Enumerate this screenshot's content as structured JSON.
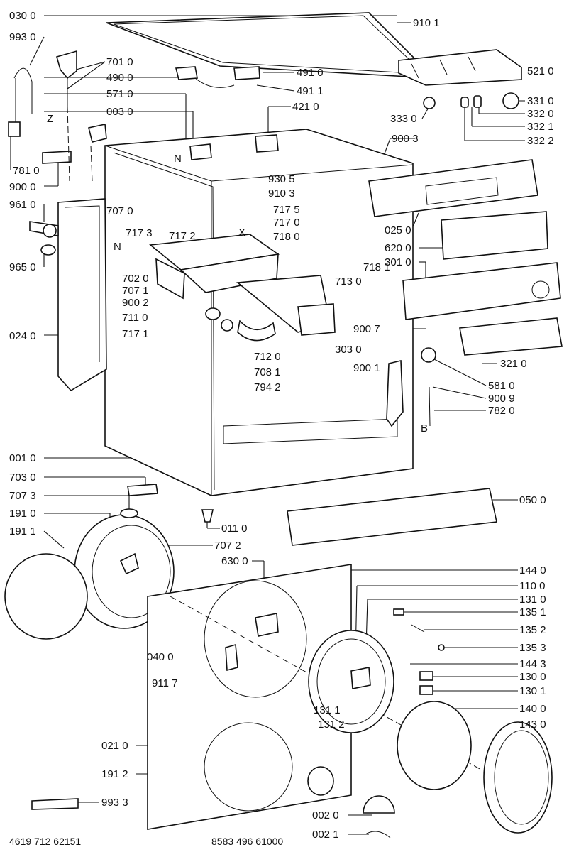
{
  "footer": {
    "left_code": "4619 712 62151",
    "center_code": "8583 496 61000"
  },
  "markers": {
    "n1": "N",
    "n2": "N",
    "x": "X",
    "z": "Z",
    "b": "B"
  },
  "labels": {
    "l0300": "030 0",
    "l9930": "993 0",
    "l7010": "701 0",
    "l4900": "490 0",
    "l5710": "571 0",
    "l0030": "003 0",
    "l7810": "781 0",
    "l9000": "900 0",
    "l9610": "961 0",
    "l9650": "965 0",
    "l7070": "707 0",
    "l7173": "717 3",
    "l7172": "717 2",
    "l7020": "702 0",
    "l7071": "707 1",
    "l9002": "900 2",
    "l7110": "711 0",
    "l7171": "717 1",
    "l0240": "024 0",
    "l9101": "910 1",
    "l4910": "491 0",
    "l4911": "491 1",
    "l4210": "421 0",
    "l5210": "521 0",
    "l3310": "331 0",
    "l3330": "333 0",
    "l3320": "332 0",
    "l3321": "332 1",
    "l3322": "332 2",
    "l9003": "900 3",
    "l9305": "930 5",
    "l9103": "910 3",
    "l7175": "717 5",
    "l7170": "717 0",
    "l7180": "718 0",
    "l7181": "718 1",
    "l7130": "713 0",
    "l0250": "025 0",
    "l6200": "620 0",
    "l3010": "301 0",
    "l9007": "900 7",
    "l3030": "303 0",
    "l7120": "712 0",
    "l7081": "708 1",
    "l7942": "794 2",
    "l9001": "900 1",
    "l3210": "321 0",
    "l5810": "581 0",
    "l9009": "900 9",
    "l7820": "782 0",
    "l0010": "001 0",
    "l7030": "703 0",
    "l7073": "707 3",
    "l1910": "191 0",
    "l1911": "191 1",
    "l0110": "011 0",
    "l0500": "050 0",
    "l7072": "707 2",
    "l6300": "630 0",
    "l1440": "144 0",
    "l1100": "110 0",
    "l1310": "131 0",
    "l1351": "135 1",
    "l1352": "135 2",
    "l1353": "135 3",
    "l1443": "144 3",
    "l1300": "130 0",
    "l1301": "130 1",
    "l1400": "140 0",
    "l1430": "143 0",
    "l0400": "040 0",
    "l9117": "911 7",
    "l1311": "131 1",
    "l1312": "131 2",
    "l0210": "021 0",
    "l1912": "191 2",
    "l9933": "993 3",
    "l0020": "002 0",
    "l0021": "002 1"
  }
}
